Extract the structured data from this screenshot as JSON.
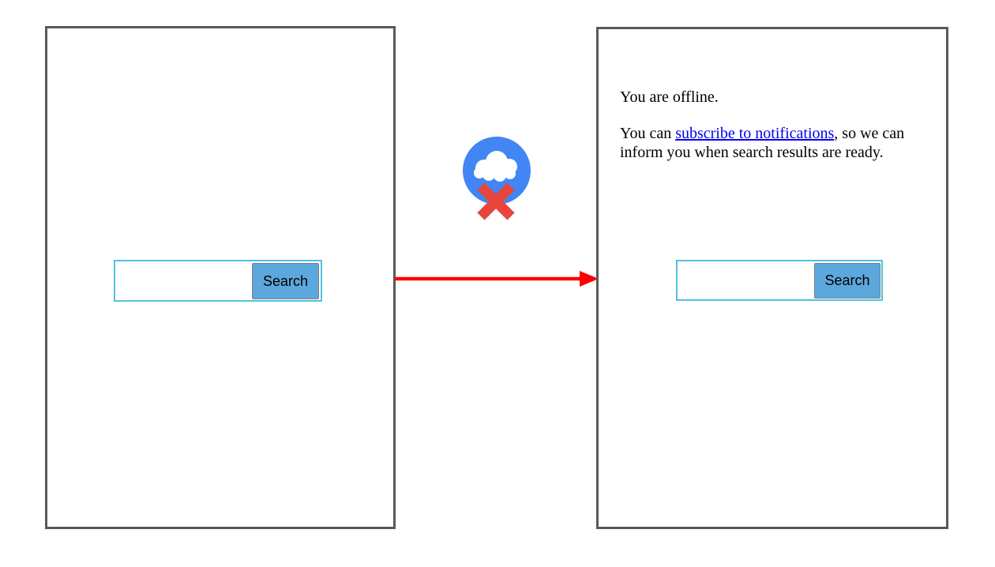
{
  "left_panel": {
    "search": {
      "input_value": "",
      "button_label": "Search"
    }
  },
  "connector": {
    "offline_icon": "cloud-offline",
    "arrow_icon": "red-arrow-right"
  },
  "right_panel": {
    "offline_message": "You are offline.",
    "subscribe_sentence": {
      "prefix": "You can ",
      "link_text": "subscribe to notifications",
      "suffix": ", so we can inform you when search results are ready."
    },
    "search": {
      "input_value": "",
      "button_label": "Search"
    }
  },
  "colors": {
    "frame_border": "#595959",
    "input_border": "#4fc2de",
    "button_fill": "#5ca7dc",
    "button_border": "#7f7f7f",
    "icon_circle_blue": "#4285f4",
    "icon_x_red": "#e8453c",
    "arrow_red": "#ff0000",
    "link_blue": "#0000ee"
  }
}
